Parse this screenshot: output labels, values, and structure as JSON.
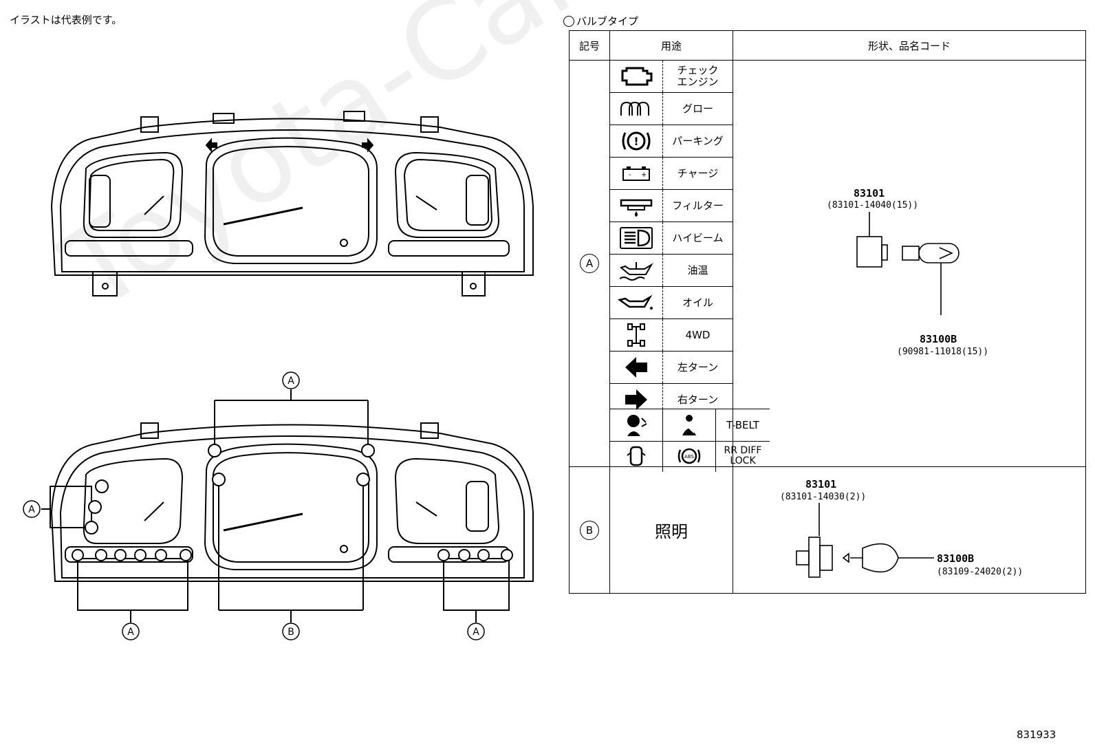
{
  "note": "イラストは代表例です。",
  "doc_number": "831933",
  "watermark": "Toyota-Carline.ru",
  "bulb_type_title": "バルブタイプ",
  "table": {
    "headers": {
      "symbol": "記号",
      "usage": "用途",
      "shape": "形状、品名コード"
    },
    "row_a": {
      "symbol": "A",
      "usages": [
        {
          "icon": "check-engine-icon",
          "label": "チェック\nエンジン"
        },
        {
          "icon": "glow-icon",
          "label": "グロー"
        },
        {
          "icon": "parking-brake-icon",
          "label": "パーキング"
        },
        {
          "icon": "battery-charge-icon",
          "label": "チャージ"
        },
        {
          "icon": "fuel-filter-icon",
          "label": "フィルター"
        },
        {
          "icon": "high-beam-icon",
          "label": "ハイビーム"
        },
        {
          "icon": "oil-temp-icon",
          "label": "油温"
        },
        {
          "icon": "oil-pressure-icon",
          "label": "オイル"
        },
        {
          "icon": "four-wheel-drive-icon",
          "label": "4WD"
        },
        {
          "icon": "left-arrow-icon",
          "label": "左ターン"
        },
        {
          "icon": "right-arrow-icon",
          "label": "右ターン"
        }
      ],
      "extra_row1": {
        "tbelt": "T-BELT"
      },
      "extra_row2": {
        "rrdiff": "RR DIFF\nLOCK"
      },
      "part_socket": "83101",
      "part_socket_code": "(83101-14040(15))",
      "part_bulb": "83100B",
      "part_bulb_code": "(90981-11018(15))"
    },
    "row_b": {
      "symbol": "B",
      "usage": "照明",
      "part_socket": "83101",
      "part_socket_code": "(83101-14030(2))",
      "part_bulb": "83100B",
      "part_bulb_code": "(83109-24020(2))"
    }
  },
  "callouts": {
    "a": "A",
    "b": "B"
  }
}
